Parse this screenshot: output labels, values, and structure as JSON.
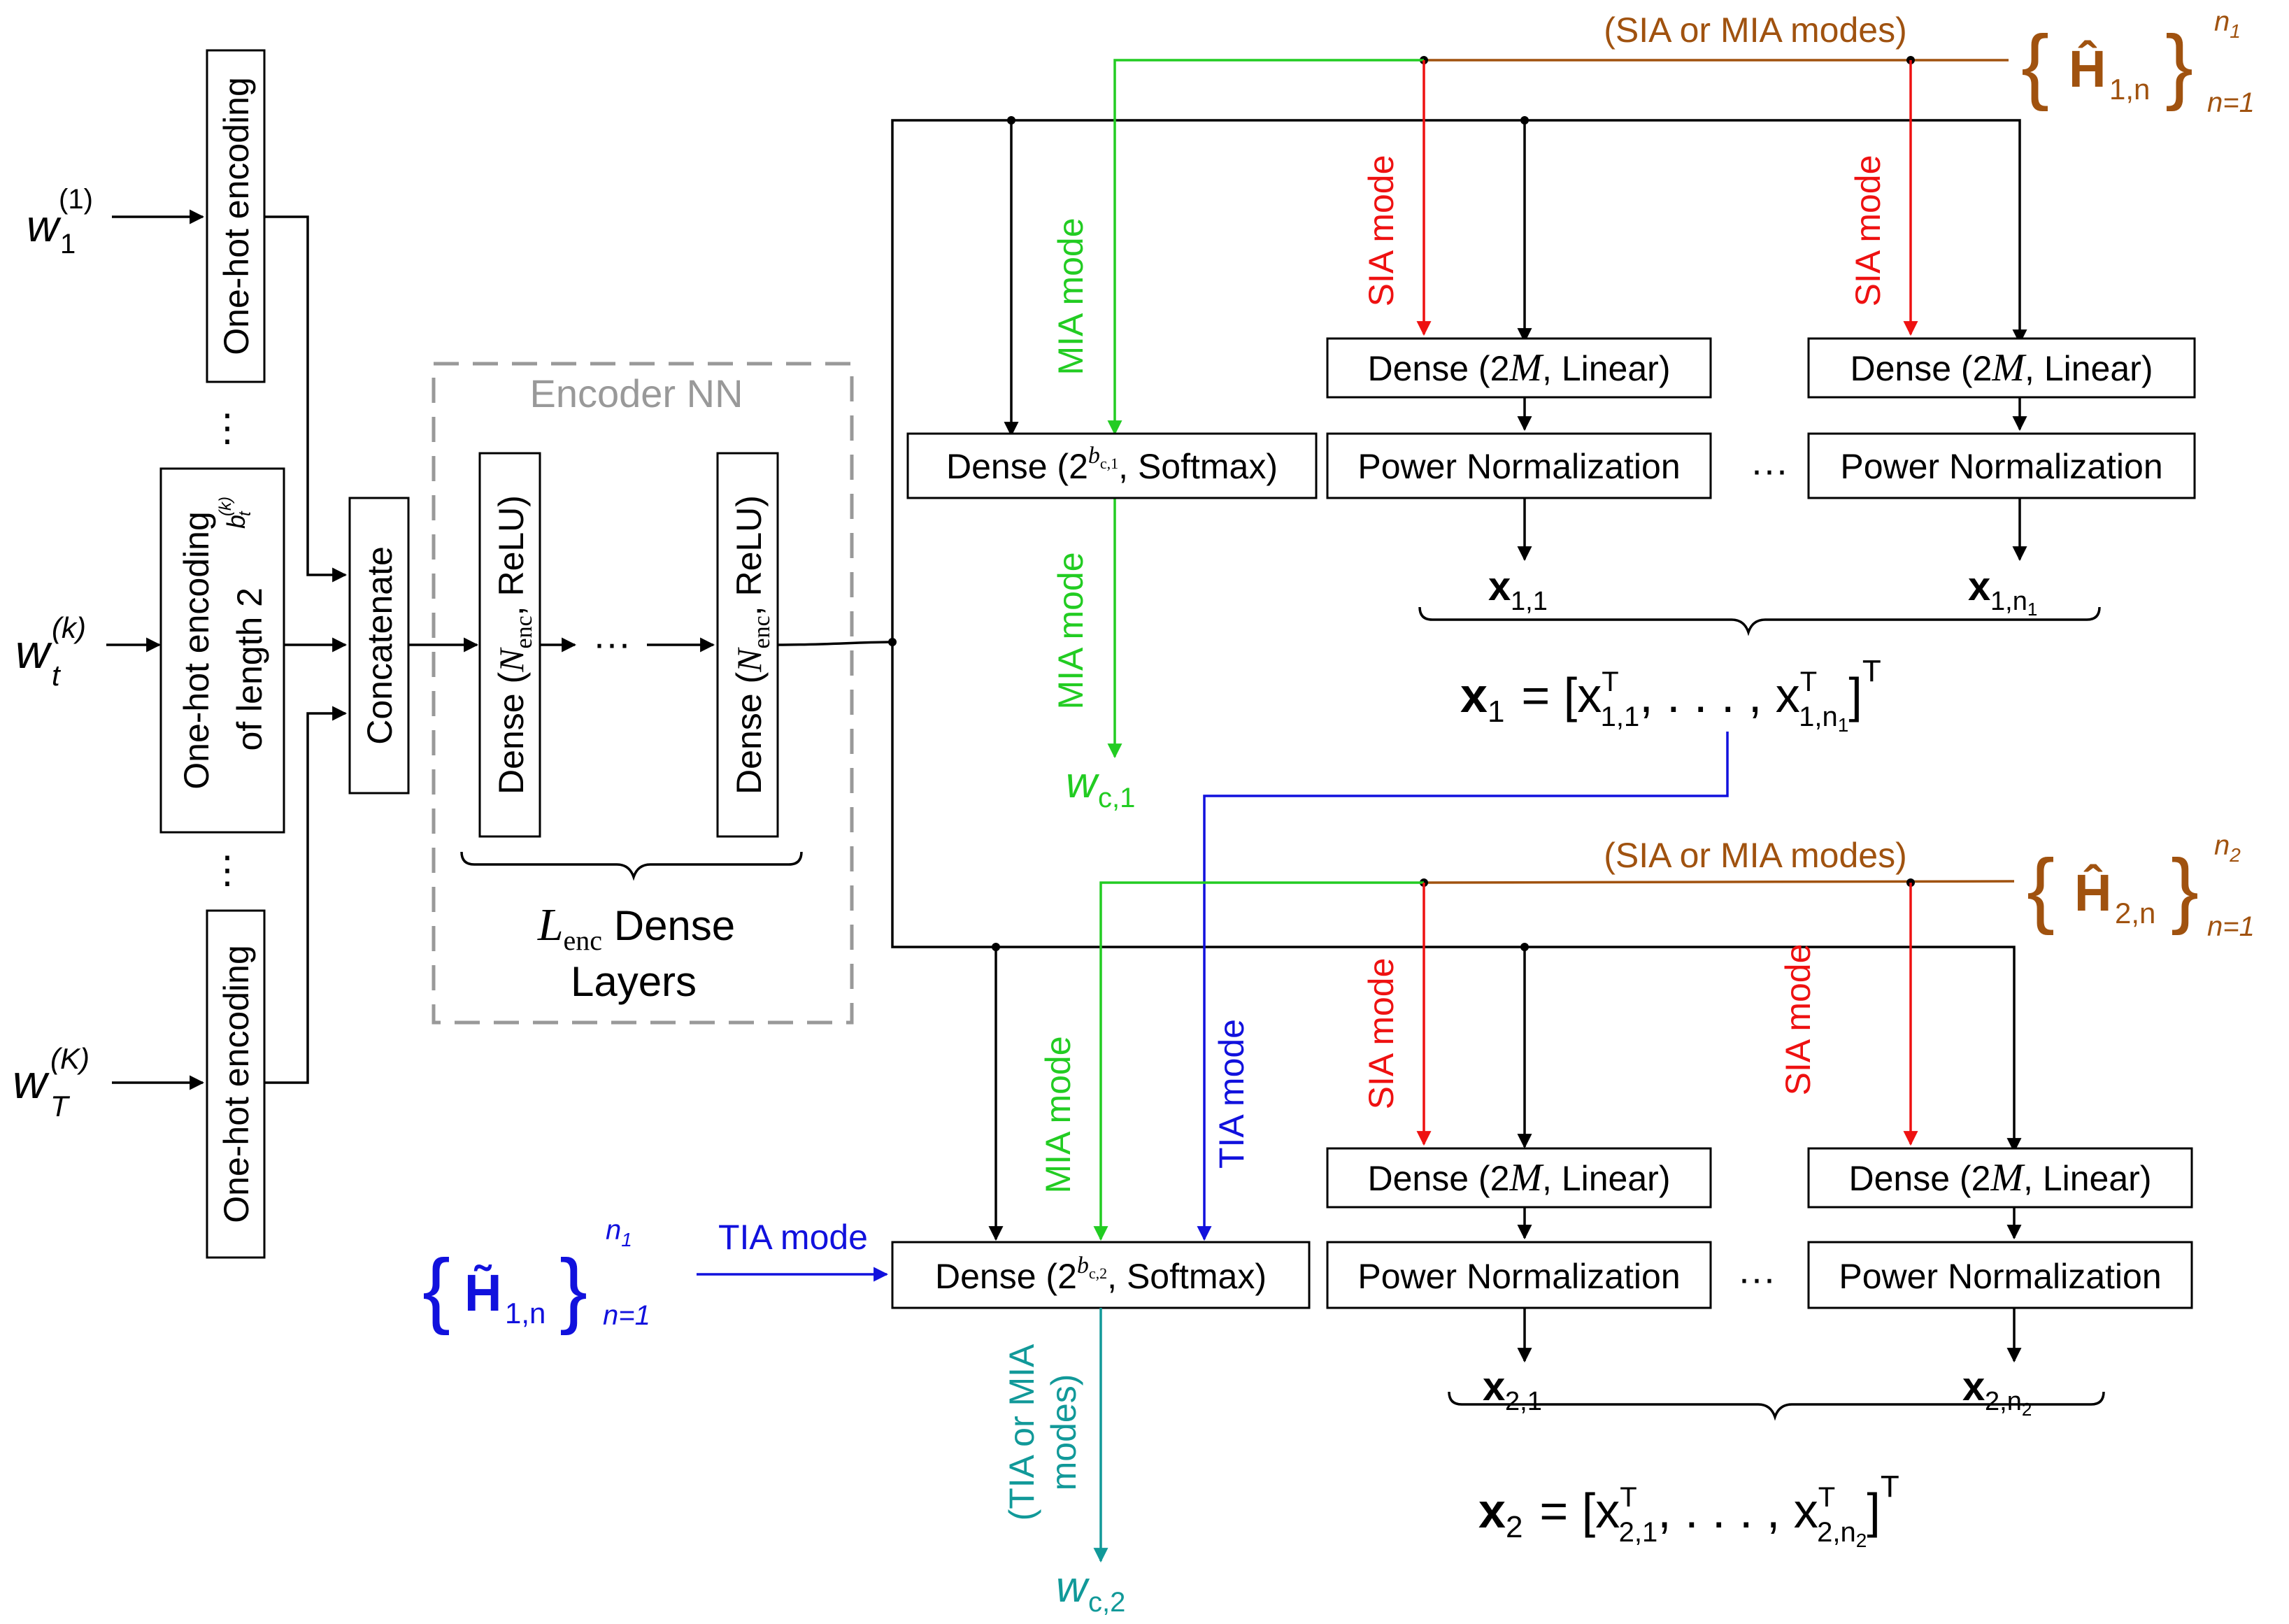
{
  "inputs": {
    "w1_base": "w",
    "w1_sub": "1",
    "w1_sup": "(1)",
    "wt_base": "w",
    "wt_sub": "t",
    "wt_sup": "(k)",
    "wT_base": "w",
    "wT_sub": "T",
    "wT_sup": "(K)"
  },
  "onehot": {
    "top": "One-hot encoding",
    "mid_line1": "One-hot encoding",
    "mid_line2": "of length 2",
    "mid_exp": "b",
    "mid_exp_sub": "t",
    "mid_exp_sup": "(k)",
    "bottom": "One-hot encoding",
    "vdots": "⋮"
  },
  "concat": "Concatenate",
  "encoder": {
    "title": "Encoder NN",
    "dense_label_a": "Dense (",
    "dense_N": "N",
    "dense_N_sub": "enc",
    "dense_label_b": ", ReLU)",
    "hdots": "···",
    "L": "L",
    "L_sub": "enc",
    "layers_line1": " Dense",
    "layers_line2": "Layers"
  },
  "user1": {
    "h_hat_label": "Ĥ",
    "h_sub": "1,n",
    "n_top": "n",
    "n_top_sub": "1",
    "n_bottom": "n=1",
    "sia_or_mia": "(SIA or MIA modes)",
    "mia_mode": "MIA mode",
    "sia_mode": "SIA mode",
    "dense_softmax_a": "Dense (2",
    "dense_softmax_exp": "b",
    "dense_softmax_exp_sub": "c,1",
    "dense_softmax_b": ", Softmax)",
    "dense_linear_a": "Dense (2",
    "dense_linear_M": "M",
    "dense_linear_b": ", Linear)",
    "power_norm": "Power Normalization",
    "hdots": "···",
    "x11": "x",
    "x11_sub": "1,1",
    "x1n_sub_a": "1,n",
    "x1n_sub_b": "1",
    "wc_base": "w",
    "wc_sub": "c,1",
    "eq_lhs": "x",
    "eq_lhs_sub": "1",
    "eq_text": "= [x",
    "eq_T": "T",
    "eq_s1": "1,1",
    "eq_mid": ", . . . , x",
    "eq_s2": "1,n",
    "eq_s2b": "1",
    "eq_end": "]",
    "eq_Tout": "T"
  },
  "user2": {
    "h_hat_label": "Ĥ",
    "h_sub": "2,n",
    "n_top": "n",
    "n_top_sub": "2",
    "n_bottom": "n=1",
    "sia_or_mia": "(SIA or MIA modes)",
    "mia_mode": "MIA mode",
    "tia_mode": "TIA mode",
    "sia_mode": "SIA mode",
    "dense_softmax_a": "Dense (2",
    "dense_softmax_exp": "b",
    "dense_softmax_exp_sub": "c,2",
    "dense_softmax_b": ", Softmax)",
    "dense_linear_a": "Dense (2",
    "dense_linear_M": "M",
    "dense_linear_b": ", Linear)",
    "power_norm": "Power Normalization",
    "hdots": "···",
    "x21_sub": "2,1",
    "x2n_sub_a": "2,n",
    "x2n_sub_b": "2",
    "wc_base": "w",
    "wc_sub": "c,2",
    "tia_mia_line1": "(TIA or MIA",
    "tia_mia_line2": "modes)",
    "eq_lhs": "x",
    "eq_lhs_sub": "2",
    "eq_text": "= [x",
    "eq_T": "T",
    "eq_s1": "2,1",
    "eq_mid": ", . . . , x",
    "eq_s2": "2,n",
    "eq_s2b": "2",
    "eq_end": "]",
    "eq_Tout": "T"
  },
  "tilde": {
    "h_label": "H̃",
    "h_sub": "1,n",
    "n_top": "n",
    "n_top_sub": "1",
    "n_bottom": "n=1",
    "tia_mode": "TIA mode"
  },
  "colors": {
    "green": "#22cc22",
    "red": "#ee1111",
    "blue": "#1111dd",
    "brown": "#a0520f",
    "teal": "#119999",
    "grey": "#999999"
  }
}
